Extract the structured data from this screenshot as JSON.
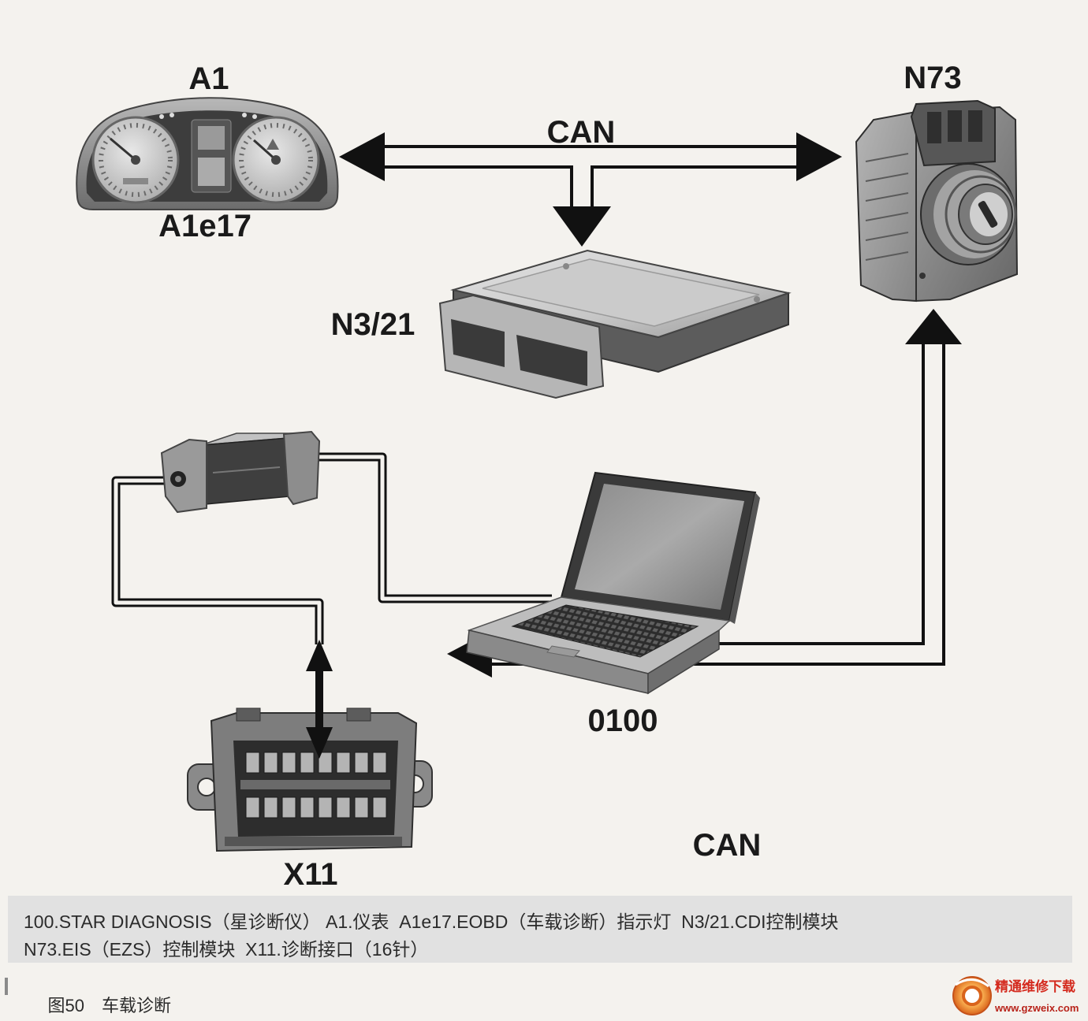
{
  "labels": {
    "a1": "A1",
    "a1e17": "A1e17",
    "n73": "N73",
    "n3_21": "N3/21",
    "laptop": "0100",
    "x11": "X11",
    "can_top": "CAN",
    "can_bottom": "CAN"
  },
  "caption": {
    "line1": "100.STAR DIAGNOSIS（星诊断仪） A1.仪表  A1e17.EOBD（车载诊断）指示灯  N3/21.CDI控制模块",
    "line2": "N73.EIS（EZS）控制模块  X11.诊断接口（16针）"
  },
  "figure": {
    "number": "图50",
    "title": "车载诊断"
  },
  "watermark": {
    "name": "精通维修下载",
    "url": "www.gzweix.com"
  },
  "colors": {
    "background": "#f4f2ee",
    "caption_background": "#e1e1e1",
    "line": "#111111",
    "watermark": "#d42a1e"
  }
}
